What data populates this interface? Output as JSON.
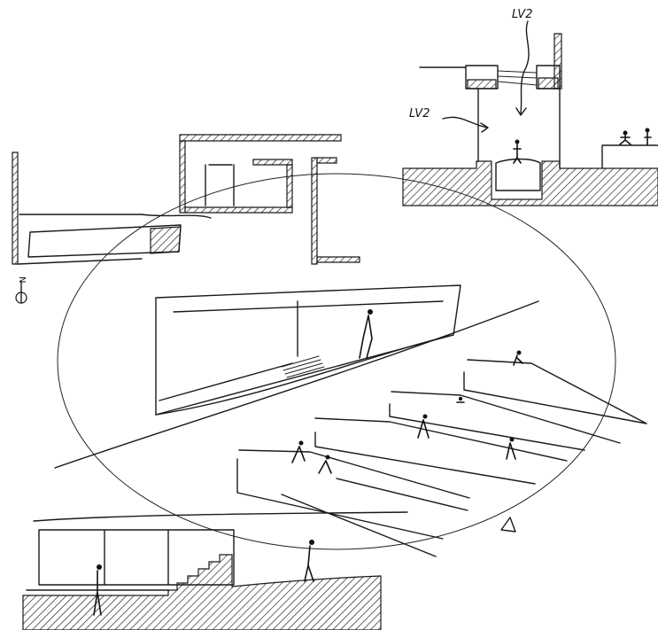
{
  "section_top_right": {
    "label_upper": "LV2",
    "label_lower": "LV2"
  },
  "plan": {
    "north_label": "N"
  }
}
